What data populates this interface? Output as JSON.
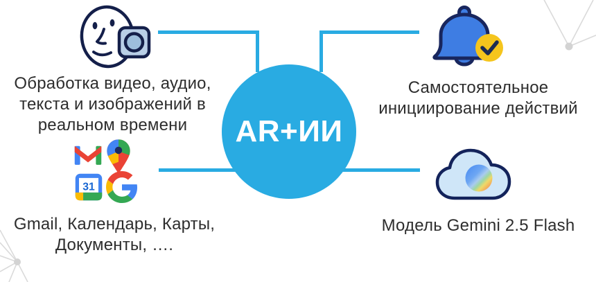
{
  "center_node": {
    "label": "AR+ИИ"
  },
  "captions": {
    "top_left": "Обработка видео, аудио,\nтекста и изображений в\nреальном времени",
    "top_right": "Самостоятельное\nинициирование действий",
    "bottom_left": "Gmail, Календарь, Карты,\nДокументы, ….",
    "bottom_right": "Модель Gemini 2.5 Flash"
  },
  "icons": {
    "top_left": "face-scan-camera-icon",
    "top_right": "bell-check-icon",
    "bottom_left": [
      "gmail-icon",
      "google-maps-icon",
      "google-calendar-icon",
      "google-g-icon"
    ],
    "bottom_right": "gemini-cloud-icon",
    "calendar_day": "31"
  },
  "colors": {
    "background": "#FFFFFF",
    "accent": "#29ABE2",
    "text": "#2D2D2D",
    "icon-navy": "#141F4A",
    "camera-fill": "#B9CFE7",
    "lens-fill": "#9DBEDC",
    "bell-blue": "#3E7DE3",
    "bell-outline": "#18265E",
    "badge-yellow": "#F5C51D",
    "check-navy": "#1C2B53",
    "cloud-fill": "#CFE6F8",
    "cloud-outline": "#13235B",
    "g-blue": "#4285F4",
    "g-red": "#EA4335",
    "g-yellow": "#FBBC04",
    "g-green": "#34A853",
    "cal-number": "#1967D2",
    "pin-center": "#1D2B5F",
    "decor-line": "#DADADA",
    "decor-node": "#D3D3D3"
  }
}
